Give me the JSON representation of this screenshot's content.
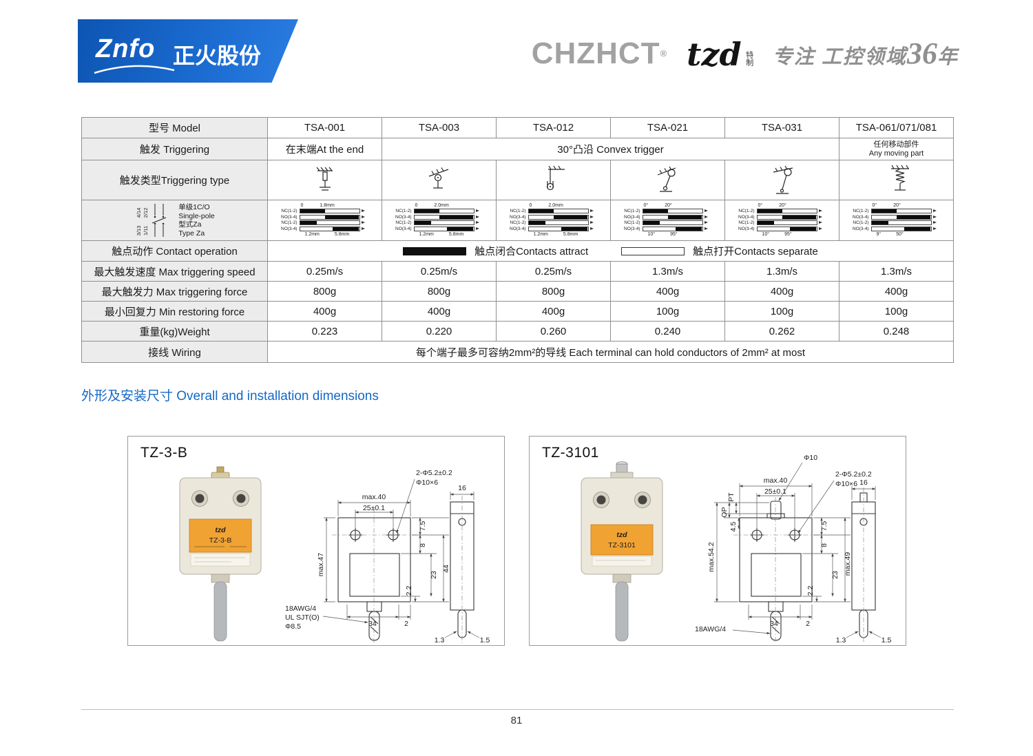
{
  "page": {
    "number": "81"
  },
  "header": {
    "logo": "Znfo",
    "logo_cn": "正火股份",
    "brand": "CHZHCT",
    "brand_reg": "®",
    "tzd": "tzd",
    "tzd_sub": "特制",
    "slogan_prefix": "专注 工控领域",
    "slogan_number": "36",
    "slogan_suffix": "年"
  },
  "spec_table": {
    "model": {
      "label": "型号 Model",
      "values": [
        "TSA-001",
        "TSA-003",
        "TSA-012",
        "TSA-021",
        "TSA-031",
        "TSA-061/071/081"
      ]
    },
    "triggering": {
      "label": "触发 Triggering",
      "end": "在末端At the end",
      "convex": "30°凸沿 Convex trigger",
      "any_cn": "任何移动部件",
      "any_en": "Any moving part"
    },
    "trigger_type": {
      "label": "触发类型Triggering type"
    },
    "pole": {
      "terms": [
        "4/14",
        "2/12",
        "3/13",
        "1/11"
      ],
      "desc": [
        "单级1C/O",
        "Single-pole",
        "型式Za",
        "Type Za"
      ]
    },
    "contact_cells": [
      {
        "labels": [
          "NC(1-2)",
          "NO(3-4)",
          "NC(1-2)",
          "NO(3-4)"
        ],
        "top_left": "0",
        "top_right": "1.8mm",
        "bot_left": "1.2mm",
        "bot_right": "5.8mm"
      },
      {
        "labels": [
          "NC(1-2)",
          "NO(3-4)",
          "NC(1-2)",
          "NO(3-4)"
        ],
        "top_left": "0",
        "top_right": "2.0mm",
        "bot_left": "1.2mm",
        "bot_right": "5.8mm"
      },
      {
        "labels": [
          "NC(1-2)",
          "NO(3-4)",
          "NC(1-2)",
          "NO(3-4)"
        ],
        "top_left": "0",
        "top_right": "2.0mm",
        "bot_left": "1.2mm",
        "bot_right": "5.8mm"
      },
      {
        "labels": [
          "NC(1-2)",
          "NO(3-4)",
          "NC(1-2)",
          "NO(3-4)"
        ],
        "top_left": "0°",
        "top_right": "20°",
        "bot_left": "10°",
        "bot_right": "95°"
      },
      {
        "labels": [
          "NC(1-2)",
          "NO(3-4)",
          "NC(1-2)",
          "NO(3-4)"
        ],
        "top_left": "0°",
        "top_right": "20°",
        "bot_left": "10°",
        "bot_right": "95°"
      },
      {
        "labels": [
          "NC(1-2)",
          "NO(3-4)",
          "NC(1-2)",
          "NO(3-4)"
        ],
        "top_left": "0°",
        "top_right": "20°",
        "bot_left": "9°",
        "bot_right": "50°"
      }
    ],
    "contact_op": {
      "label": "触点动作 Contact operation",
      "attract": "触点闭合Contacts attract",
      "separate": "触点打开Contacts separate"
    },
    "max_speed": {
      "label": "最大触发速度 Max triggering speed",
      "values": [
        "0.25m/s",
        "0.25m/s",
        "0.25m/s",
        "1.3m/s",
        "1.3m/s",
        "1.3m/s"
      ]
    },
    "max_force": {
      "label": "最大触发力 Max triggering force",
      "values": [
        "800g",
        "800g",
        "800g",
        "400g",
        "400g",
        "400g"
      ]
    },
    "min_force": {
      "label": "最小回复力 Min restoring force",
      "values": [
        "400g",
        "400g",
        "400g",
        "100g",
        "100g",
        "100g"
      ]
    },
    "weight": {
      "label": "重量(kg)Weight",
      "values": [
        "0.223",
        "0.220",
        "0.260",
        "0.240",
        "0.262",
        "0.248"
      ]
    },
    "wiring": {
      "label": "接线 Wiring",
      "value": "每个端子最多可容纳2mm²的导线 Each terminal can hold conductors of 2mm² at most"
    }
  },
  "section_title": "外形及安装尺寸 Overall and installation dimensions",
  "drawings": {
    "left": {
      "title": "TZ-3-B",
      "product_brand": "tzd",
      "product_model": "TZ-3-B",
      "dims": {
        "max40": "max.40",
        "d25": "25±0.1",
        "hole_callout1": "2-Φ5.2±0.2",
        "hole_callout2": "Φ10×6",
        "max47": "max.47",
        "d75": "7.5",
        "d8": "8",
        "d23": "23",
        "d44": "44",
        "d22": "2.2",
        "d34": "34",
        "d2": "2",
        "d16": "16",
        "d13": "1.3",
        "d15": "1.5",
        "cable1": "18AWG/4",
        "cable2": "UL SJT(O)",
        "cable3": "Φ8.5"
      }
    },
    "right": {
      "title": "TZ-3101",
      "product_brand": "tzd",
      "product_model": "TZ-3101",
      "dims": {
        "phi10": "Φ10",
        "max40": "max.40",
        "d25": "25±0.1",
        "hole_callout1": "2-Φ5.2±0.2",
        "hole_callout2": "Φ10×6",
        "pt": "PT",
        "op": "OP",
        "d45": "4.5",
        "max542": "max.54.2",
        "max49": "max.49",
        "d75": "7.5",
        "d8": "8",
        "d23": "23",
        "d22": "2.2",
        "d34": "34",
        "d2": "2",
        "d16": "16",
        "d13": "1.3",
        "d15": "1.5",
        "cable1": "18AWG/4"
      }
    }
  }
}
